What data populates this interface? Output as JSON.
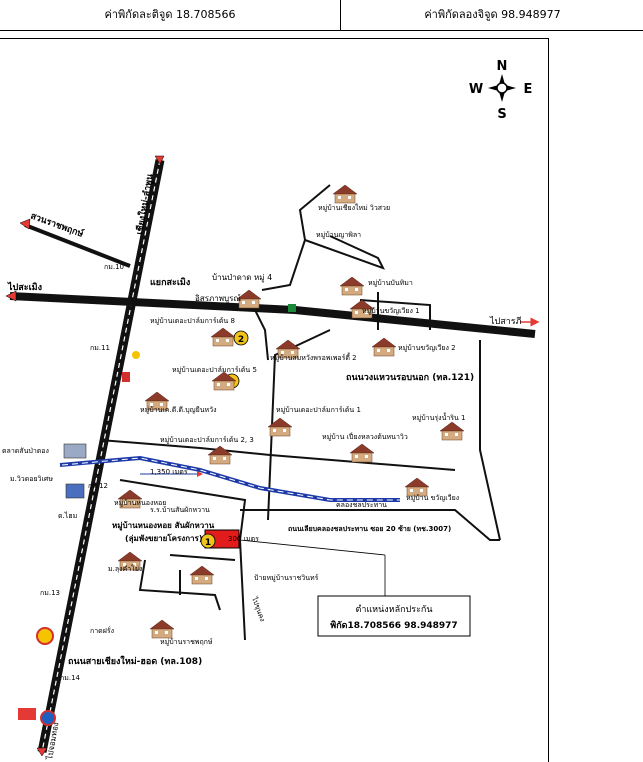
{
  "header": {
    "lat_label": "ค่าพิกัดละติจูด 18.708566",
    "lon_label": "ค่าพิกัดลองจิจูด 98.948977"
  },
  "compass": {
    "n": "N",
    "s": "S",
    "e": "E",
    "w": "W"
  },
  "roads": {
    "chiangmai_lamphun": "เชียงใหม่-ลำพูน",
    "suan_ratchaphruek": "สวนราชพฤกษ์",
    "to_saraphi": "ไปสารภี",
    "to_sameong": "ไปสะเมิง",
    "to_chomthong": "ไปจอมทอง",
    "outer_ring": "ถนนวงแหวนรอบนอก (ทล.121)",
    "canal_road": "ถนนเลียบคลองชลประทาน ซอย 20 ซ้าย (ทช.3007)",
    "hwy108": "ถนนสายเชียงใหม่-ฮอด (ทล.108)",
    "to_khunkhong": "ไปขุนคง",
    "canal": "คลองชลประทาน"
  },
  "km_markers": {
    "km10": "กม.10",
    "km11": "กม.11",
    "km12": "กม.12",
    "km13": "กม.13",
    "km14": "กม.14"
  },
  "places": {
    "yaek_sameong": "แยกสะเมิง",
    "ban_pa_dad": "บ้านป่าดาด หมู่ 4",
    "issaraphap": "อิสรภาพบูรณ์",
    "talad_sanpatong": "ตลาดสันป่าตอง",
    "m_view_doi": "ม.วิวดอยวิเศษ",
    "ton": "ต.ไฮม",
    "school": "ร.ร.บ้านสันผักหวาน",
    "nong_hoi": "หมู่บ้านหนองหอย",
    "sanphakwan": "หมู่บ้านหนองหอย สันผักหวาน",
    "expansion": "(ลุ่มพังขยายโครงการ)",
    "sign": "ป้ายหมู่บ้านราชวินทร์",
    "pakham": "ม.ลุงคำโย่ง",
    "kaset": "กาดฝรั่ง",
    "rachaphruek": "หมู่บ้านราชพฤกษ์"
  },
  "villages": [
    "หมู่บ้านเชียงใหม่ วิวสวย",
    "หมู่บ้านญาพิลา",
    "หมู่บ้านบันทิมา",
    "หมู่บ้านขวัญเวียง 1",
    "หมู่บ้านขวัญเวียง 2",
    "หมู่บ้านเดอะปาล์มการ์เด้น 8",
    "หมู่บ้านสมหวังพรอพเพอร์ตี้ 2",
    "หมู่บ้านเดอะปาล์มการ์เด้น 5",
    "หมู่บ้านเค.ดี.ดี.บุญยืนหวัง",
    "หมู่บ้านเดอะปาล์มการ์เด้น 1",
    "หมู่บ้าน เปี่ยงหลวงต้นหนาวิว",
    "หมู่บ้านรุ่งน้ำริน 1",
    "หมู่บ้านเดอะปาล์มการ์เด้น 2, 3",
    "หมู่บ้าน ขวัญเวียง"
  ],
  "distances": {
    "d1350": "1,350 เมตร",
    "d300": "300 เมตร"
  },
  "markers": {
    "m1": "1",
    "m2": "2",
    "m3": "3"
  },
  "legend": {
    "title": "ตำแหน่งหลักประกัน",
    "coords": "พิกัด18.708566  98.948977"
  },
  "colors": {
    "road": "#111111",
    "canal": "#1d3aa8",
    "arrow": "#e53935",
    "marker": "#f0c419",
    "collateral": "#e21b1b"
  }
}
